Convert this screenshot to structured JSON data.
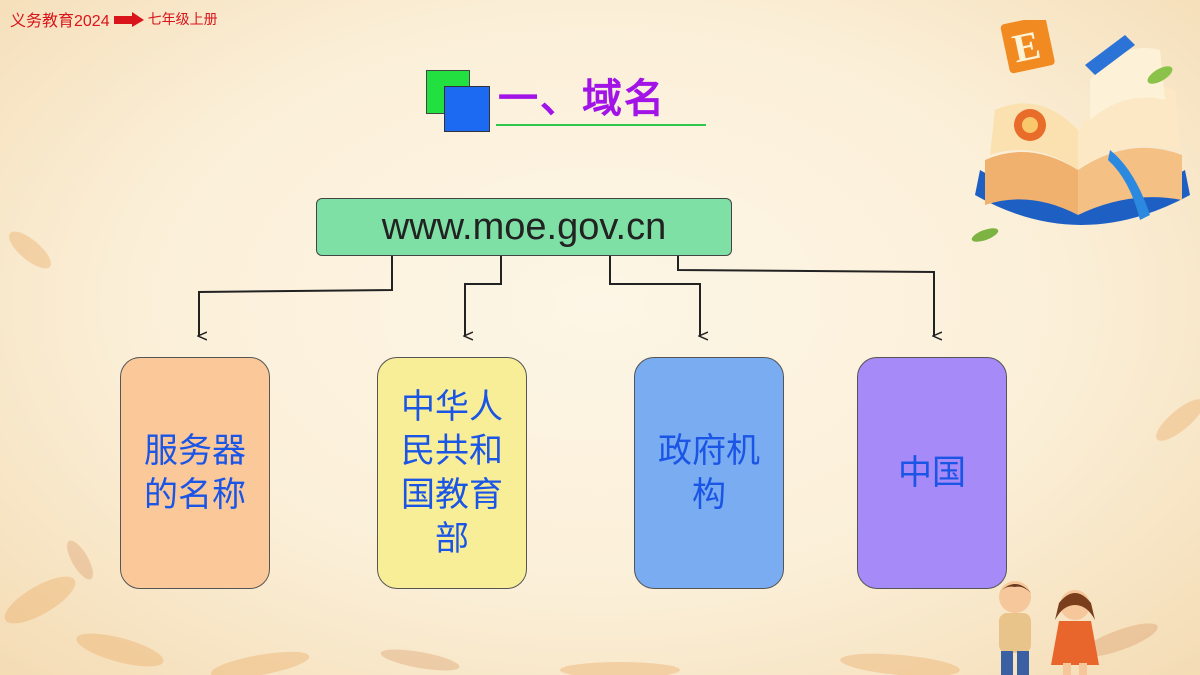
{
  "header": {
    "series": "义务教育2024",
    "grade": "七年级上册"
  },
  "title": "一、域名",
  "domain": "www.moe.gov.cn",
  "nodes": [
    {
      "label": "服务器的名称",
      "color": "#fbc89a"
    },
    {
      "label": "中华人民共和国教育部",
      "color": "#f8ee98"
    },
    {
      "label": "政府机构",
      "color": "#7aacf2"
    },
    {
      "label": "中国",
      "color": "#a58af8"
    }
  ],
  "colors": {
    "title": "#a213e8",
    "node_text": "#1a55e6",
    "domain_bg": "#7ee0a4",
    "header_red": "#d9141b"
  }
}
